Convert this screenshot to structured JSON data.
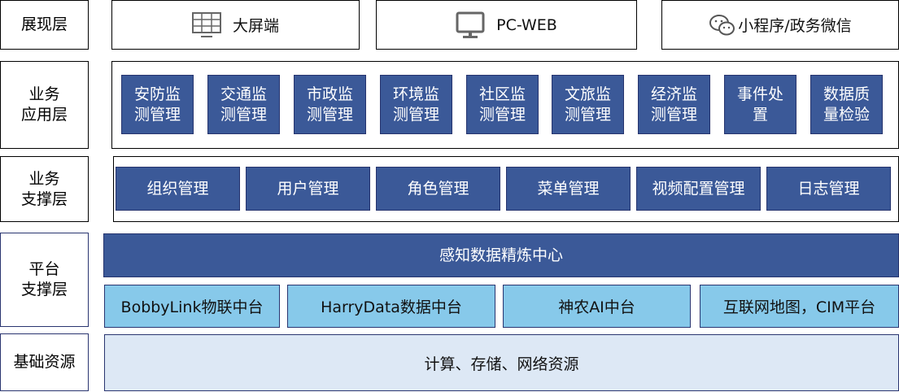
{
  "layers": {
    "presentation": "展现层",
    "business_app": "业务\n应用层",
    "business_support": "业务\n支撑层",
    "platform_support": "平台\n支撑层",
    "infrastructure": "基础资源"
  },
  "presentation": [
    {
      "label": "大屏端",
      "icon": "grid-screen-icon"
    },
    {
      "label": "PC-WEB",
      "icon": "monitor-icon"
    },
    {
      "label": "小程序/政务微信",
      "icon": "wechat-icon"
    }
  ],
  "business_app": [
    "安防监测管理",
    "交通监测管理",
    "市政监测管理",
    "环境监测管理",
    "社区监测管理",
    "文旅监测管理",
    "经济监测管理",
    "事件处置",
    "数据质量检验"
  ],
  "business_support": [
    "组织管理",
    "用户管理",
    "角色管理",
    "菜单管理",
    "视频配置管理",
    "日志管理"
  ],
  "platform": {
    "center": "感知数据精炼中心",
    "items": [
      "BobbyLink物联中台",
      "HarryData数据中台",
      "神农AI中台",
      "互联网地图，CIM平台"
    ]
  },
  "infrastructure": "计算、存储、网络资源",
  "colors": {
    "dark": "#3b5998",
    "light": "#87c9ea",
    "pale": "#dde8f5"
  }
}
